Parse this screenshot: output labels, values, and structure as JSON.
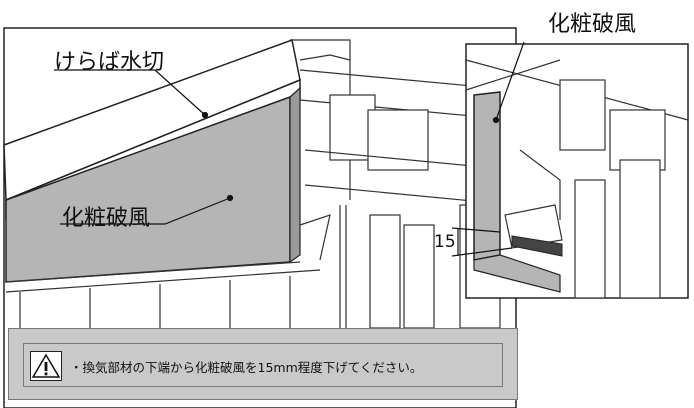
{
  "labels": {
    "kerabamizukiri": "けらば水切",
    "kesho_hafu_main": "化粧破風",
    "kesho_hafu_detail": "化粧破風",
    "dimension": "15"
  },
  "note": {
    "icon": "warning-icon",
    "text": "・換気部材の下端から化粧破風を15mm程度下げてください。"
  },
  "colors": {
    "fascia_gray": "#b5b5b5",
    "line": "#222222",
    "note_bg": "#c9c9c9"
  }
}
